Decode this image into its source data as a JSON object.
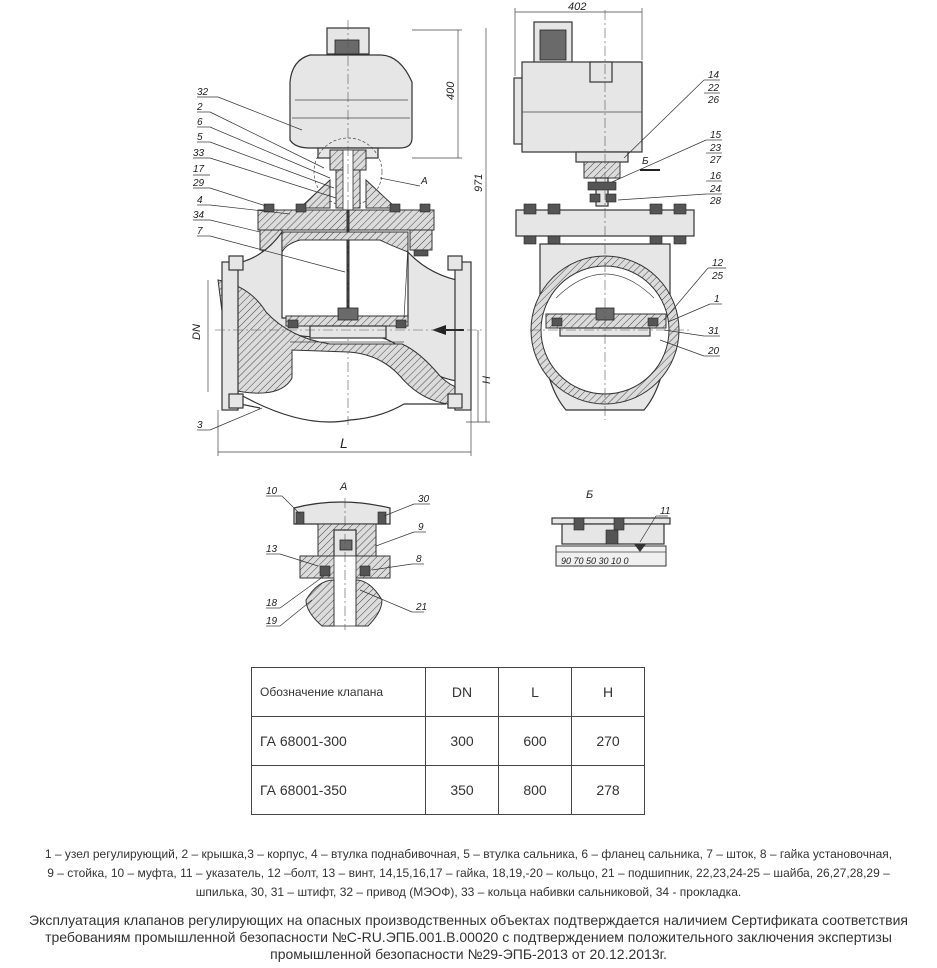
{
  "drawing": {
    "view_labels": {
      "detail_a": "А",
      "detail_b": "Б"
    },
    "dimensions": {
      "flow_dn": "DN",
      "length": "L",
      "height": "H",
      "total_height": "971",
      "actuator_height": "400",
      "side_width": "402"
    },
    "callouts": {
      "front": [
        "32",
        "2",
        "6",
        "5",
        "33",
        "17",
        "29",
        "4",
        "34",
        "7",
        "3"
      ],
      "front_detail_ref": "А",
      "side_top": [
        "14",
        "22",
        "26",
        "15",
        "23",
        "27",
        "16",
        "24",
        "28"
      ],
      "side_b_marker": "Б",
      "side_bottom": [
        "12",
        "25",
        "1",
        "31",
        "20"
      ],
      "detail_a": [
        "10",
        "30",
        "9",
        "13",
        "8",
        "18",
        "19",
        "21"
      ],
      "detail_b": [
        "11"
      ]
    },
    "scale_numbers": "90 70 50 30 10 0"
  },
  "table": {
    "headers": [
      "Обозначение клапана",
      "DN",
      "L",
      "H"
    ],
    "rows": [
      [
        "ГА 68001-300",
        "300",
        "600",
        "270"
      ],
      [
        "ГА 68001-350",
        "350",
        "800",
        "278"
      ]
    ]
  },
  "legend_lines": [
    "1 – узел регулирующий, 2 – крышка,3 – корпус,  4 – втулка поднабивочная, 5 – втулка сальника, 6 – фланец сальника, 7 – шток, 8 – гайка установочная,",
    "9 – стойка, 10 – муфта, 11 – указатель, 12 –болт, 13 – винт, 14,15,16,17 – гайка, 18,19,-20 – кольцо, 21 – подшипник, 22,23,24-25 – шайба, 26,27,28,29 –",
    "шпилька, 30, 31 – штифт, 32 – привод (МЭОФ), 33 – кольца набивки сальниковой, 34 - прокладка."
  ],
  "note_lines": [
    "Эксплуатация клапанов регулирующих на опасных производственных объектах подтверждается наличием Сертификата соответствия",
    "требованиям промышленной безопасности №С-RU.ЭПБ.001.В.00020 с подтверждением положительного заключения экспертизы",
    "промышленной безопасности №29-ЭПБ-2013 от 20.12.2013г."
  ]
}
